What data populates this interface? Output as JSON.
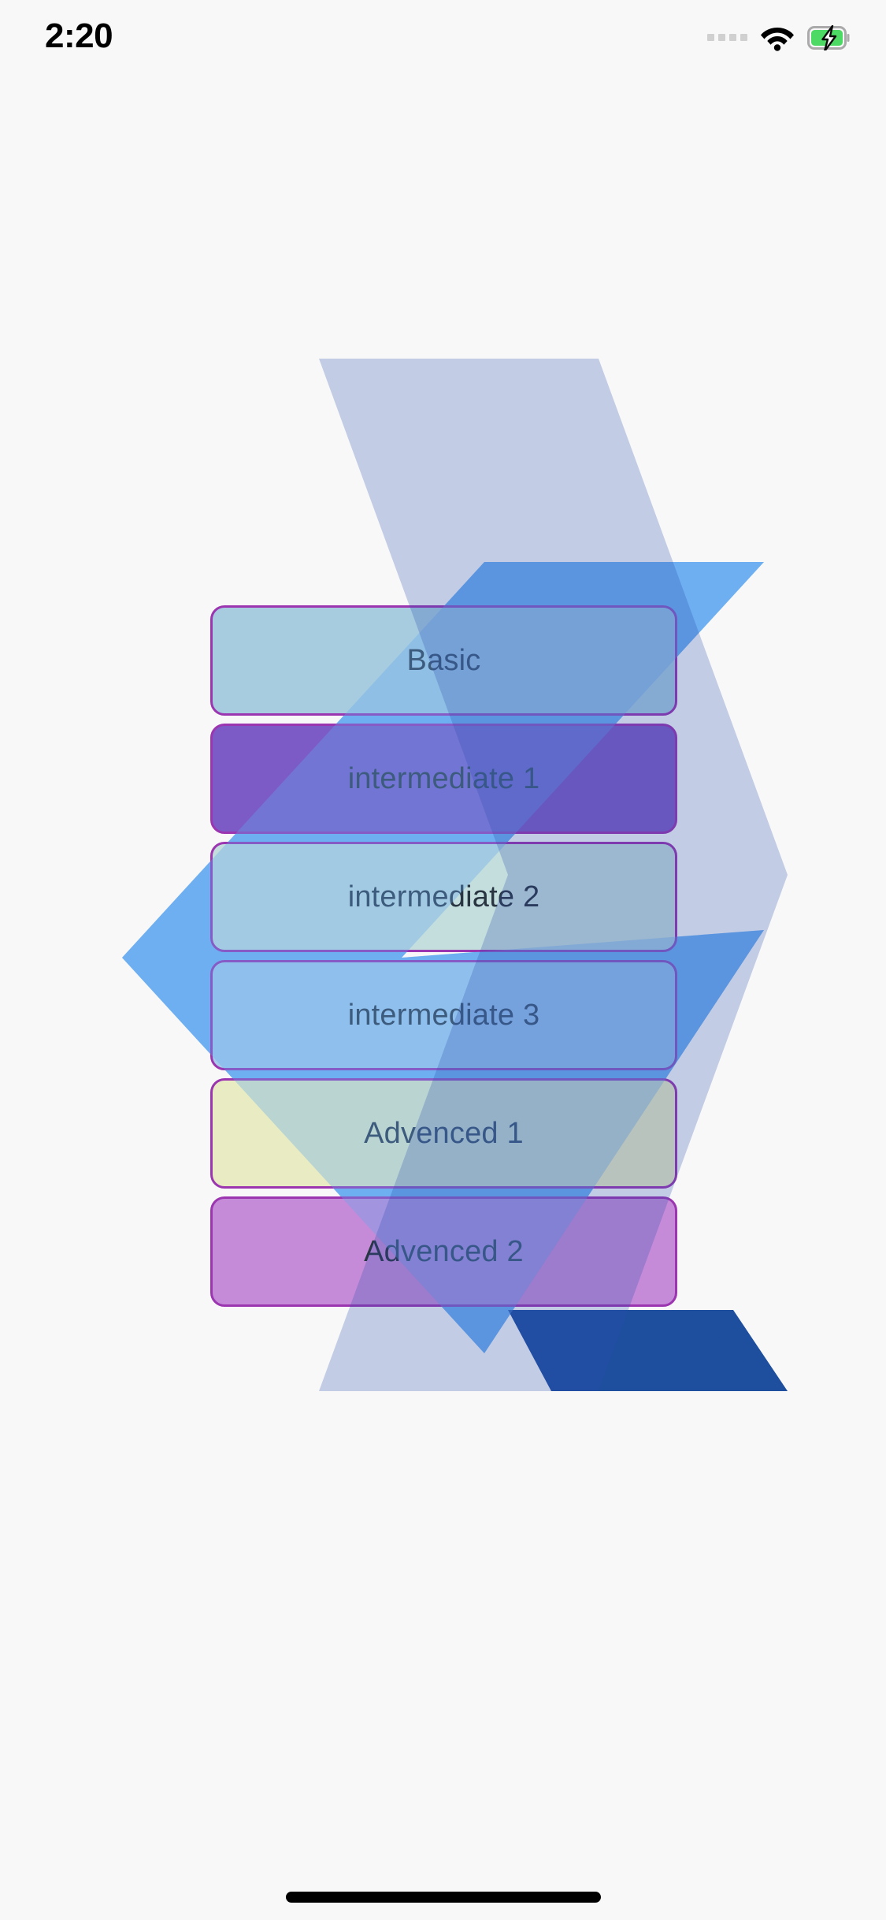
{
  "status_bar": {
    "time": "2:20",
    "signal_icon": "signal-dots-icon",
    "wifi_icon": "wifi-icon",
    "battery_icon": "battery-charging-icon",
    "battery_charging": true,
    "battery_color": "#4cd964"
  },
  "theme": {
    "background": "#f8f8f8",
    "card_border": "#9b35b0",
    "card_label_color": "#2a3542",
    "decor_blue": "#62a8ef",
    "decor_dark_blue": "#1e4e9e",
    "home_indicator": "#000000"
  },
  "levels": {
    "cards": [
      {
        "label": "Basic",
        "fill": "#a7cce0"
      },
      {
        "label": "intermediate 1",
        "fill": "#7d5bc6"
      },
      {
        "label": "intermediate 2",
        "fill": "#c4dedd"
      },
      {
        "label": "intermediate 3",
        "fill": "#a8cbeb"
      },
      {
        "label": "Advenced 1",
        "fill": "#e9ecc2"
      },
      {
        "label": "Advenced 2",
        "fill": "#c58bd8"
      }
    ]
  },
  "home_indicator": {
    "name": "home-indicator-bar"
  }
}
